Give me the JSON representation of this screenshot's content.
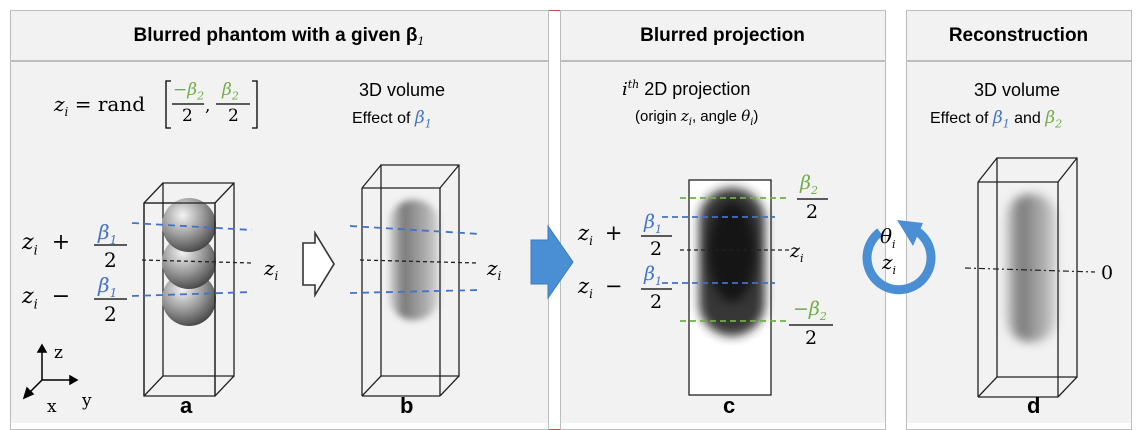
{
  "panels": {
    "phantom": {
      "title": "Blurred phantom with a given β",
      "title_sub": "1",
      "letter_a": "a",
      "letter_b": "b"
    },
    "projection": {
      "title": "Blurred projection",
      "letter": "c"
    },
    "reconstruction": {
      "title": "Reconstruction",
      "letter": "d"
    }
  },
  "labels": {
    "formula_lhs": "z",
    "formula_lhs_sub": "i",
    "formula_mid": " = rand",
    "formula_num1": "−β",
    "formula_num1_sub": "2",
    "formula_num2": "β",
    "formula_num2_sub": "2",
    "formula_den": "2",
    "vol_b_title": "3D volume",
    "vol_b_effect": "Effect of ",
    "vol_b_beta": "β",
    "vol_b_beta_sub": "1",
    "proj_title_sup": "th",
    "proj_title_i": "i",
    "proj_title_rest": " 2D projection",
    "proj_sub_open": "(origin ",
    "proj_sub_z": "z",
    "proj_sub_zi": "i",
    "proj_sub_mid": ", angle ",
    "proj_sub_theta": "θ",
    "proj_sub_thetai": "i",
    "proj_sub_close": ")",
    "vol_d_title": "3D volume",
    "vol_d_effect": "Effect of ",
    "vol_d_b1": "β",
    "vol_d_b1_sub": "1",
    "vol_d_and": " and ",
    "vol_d_b2": "β",
    "vol_d_b2_sub": "2",
    "zero_label": "0",
    "rot_theta": "θ",
    "rot_theta_sub": "i",
    "rot_z": "z",
    "rot_z_sub": "i",
    "axis_z": "z",
    "axis_x": "x",
    "axis_y": "y",
    "zi": "z",
    "zi_sub": "i",
    "plus": "+",
    "minus": "−",
    "beta": "β",
    "beta1_sub": "1",
    "beta2_sub": "2",
    "neg_beta": "−β",
    "two": "2"
  },
  "colors": {
    "blue": "#4472c4",
    "green": "#70ad47",
    "red_frame": "#c0504d",
    "panel_bg": "#f2f2f2"
  }
}
